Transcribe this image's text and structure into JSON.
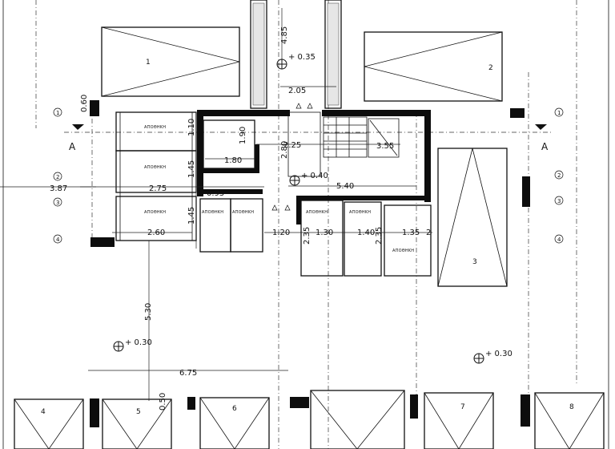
{
  "section_mark": "A",
  "parking_spaces": [
    "1",
    "2",
    "3",
    "4",
    "5",
    "6",
    "7",
    "8"
  ],
  "storage_label": "ΑΠΟΘΗΚΗ",
  "levels": {
    "top": "+ 0.35",
    "stair": "+ 0.40",
    "left": "+ 0.30",
    "right": "+ 0.30"
  },
  "dimensions": {
    "d_4_85": "4.85",
    "d_2_05": "2.05",
    "d_0_60": "0.60",
    "d_1_10": "1.10",
    "d_1_45a": "1.45",
    "d_1_45b": "1.45",
    "d_1_90": "1.90",
    "d_1_80": "1.80",
    "d_2_80": "2.80",
    "d_2_25": "2.25",
    "d_3_55": "3.55",
    "d_3_87": "3.87",
    "d_2_75": "2.75",
    "d_0_95": "0.95",
    "d_5_40": "5.40",
    "d_2_60": "2.60",
    "d_1_20": "1.20",
    "d_2_35a": "2.35",
    "d_1_30": "1.30",
    "d_1_40": "1.40",
    "d_2_35b": "2.35",
    "d_1_35": "1.35",
    "d_2_b": "2",
    "d_5_30": "5.30",
    "d_6_75": "6.75",
    "d_0_50": "0.50"
  },
  "axis_marks": [
    "1",
    "2",
    "3",
    "4"
  ]
}
